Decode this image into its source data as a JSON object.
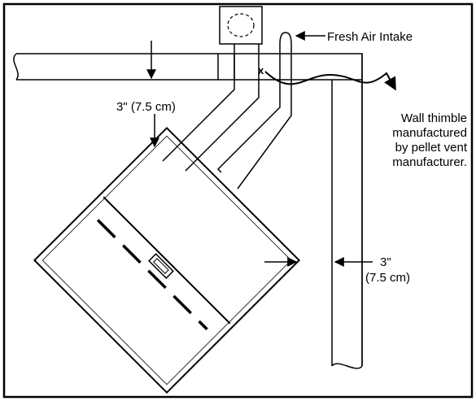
{
  "labels": {
    "fresh_air": "Fresh Air Intake",
    "top_clearance": "3\" (7.5 cm)",
    "wall_thimble": [
      "Wall thimble",
      "manufactured",
      "by pellet vent",
      "manufacturer."
    ],
    "side_clearance": [
      "3\"",
      "(7.5 cm)"
    ]
  }
}
